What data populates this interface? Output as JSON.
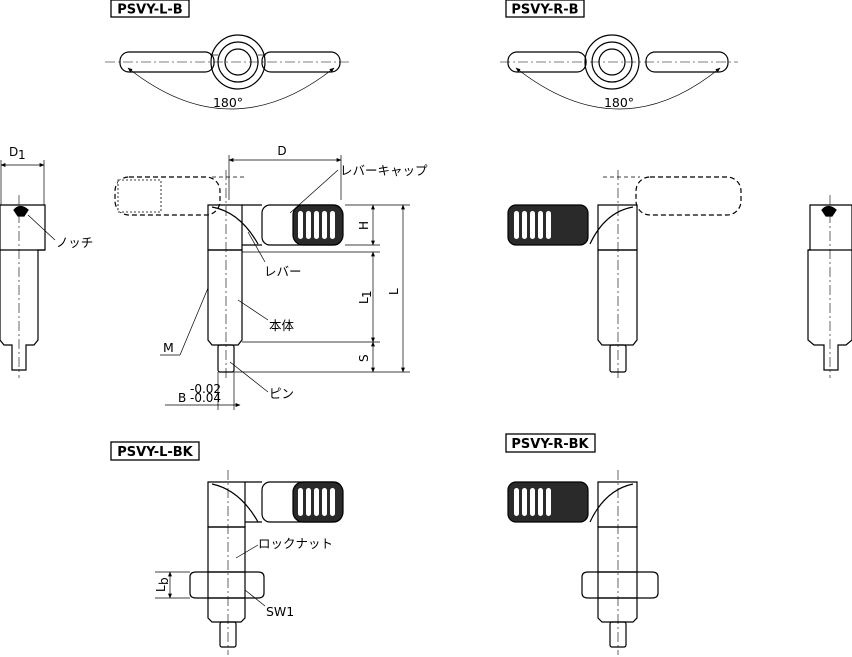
{
  "views": {
    "top_left_tag": "PSVY-L-B",
    "top_right_tag": "PSVY-R-B",
    "bottom_left_tag": "PSVY-L-BK",
    "bottom_right_tag": "PSVY-R-BK"
  },
  "angles": {
    "left": "180°",
    "right": "180°"
  },
  "labels": {
    "lever_cap": "レバーキャップ",
    "lever": "レバー",
    "body": "本体",
    "pin": "ピン",
    "notch": "ノッチ",
    "lock_nut": "ロックナット",
    "sw1": "SW1"
  },
  "dimensions": {
    "D": "D",
    "D1_main": "D",
    "D1_sub": "1",
    "H": "H",
    "L1_main": "L",
    "L1_sub": "1",
    "L": "L",
    "S": "S",
    "M": "M",
    "B": "B",
    "B_tol_upper": "-0.02",
    "B_tol_lower": "-0.04",
    "Lb_main": "L",
    "Lb_sub": "b"
  },
  "colors": {
    "line": "#000000",
    "background": "#ffffff",
    "cap_dark": "#2a2a2a",
    "cap_light": "#ffffff"
  }
}
